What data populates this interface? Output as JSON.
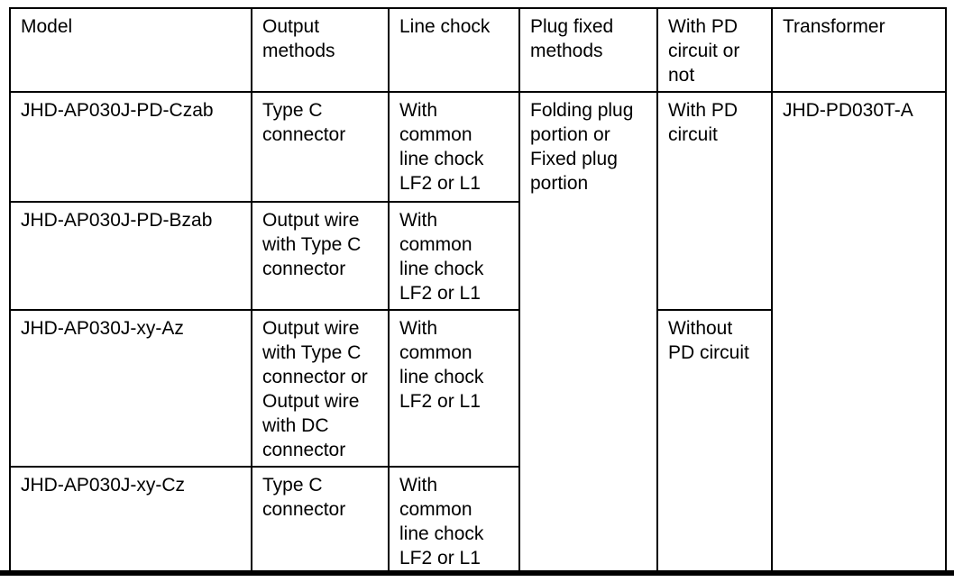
{
  "table": {
    "headers": [
      "Model",
      "Output\nmethods",
      "Line chock",
      "Plug fixed\nmethods",
      "With PD\ncircuit or\nnot",
      "Transformer"
    ],
    "rows": [
      {
        "model": "JHD-AP030J-PD-Czab",
        "output_method": "Type C\nconnector",
        "line_chock": "With\ncommon\nline chock\nLF2 or L1"
      },
      {
        "model": "JHD-AP030J-PD-Bzab",
        "output_method": "Output wire\nwith Type C\nconnector",
        "line_chock": "With\ncommon\nline chock\nLF2 or L1"
      },
      {
        "model": "JHD-AP030J-xy-Az",
        "output_method": "Output wire\nwith Type C\nconnector or\nOutput wire\nwith DC\nconnector",
        "line_chock": "With\ncommon\nline chock\nLF2 or L1"
      },
      {
        "model": "JHD-AP030J-xy-Cz",
        "output_method": "Type C\nconnector",
        "line_chock": "With\ncommon\nline chock\nLF2 or L1"
      }
    ],
    "plug_fixed_methods": "Folding plug\nportion or\nFixed plug\nportion",
    "pd_circuit": {
      "with": "With PD\ncircuit",
      "without": "Without\nPD circuit"
    },
    "transformer_value": "JHD-PD030T-A"
  },
  "colors": {
    "border": "#000000",
    "text": "#000000",
    "background": "#ffffff"
  }
}
